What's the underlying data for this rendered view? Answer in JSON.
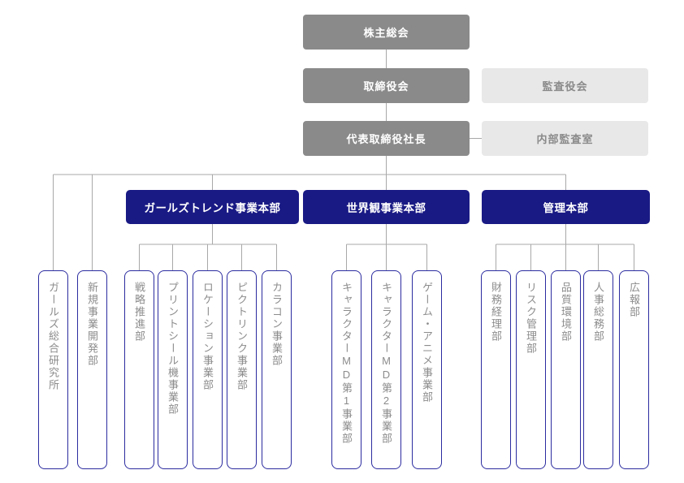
{
  "colors": {
    "division_navy": "#1a1a85",
    "governance_gray": "#8a8a8a",
    "auxiliary_light_gray": "#e8e8e8",
    "connector_line": "#a8a8a8",
    "department_border": "#2b2ba0",
    "department_text": "#8c8c8c",
    "background": "#ffffff"
  },
  "governance": {
    "shareholders_meeting": "株主総会",
    "board_of_directors": "取締役会",
    "audit_and_supervisory_board": "監査役会",
    "president": "代表取締役社長",
    "internal_audit_office": "内部監査室"
  },
  "direct_departments": [
    "ガールズ総合研究所",
    "新規事業開発部"
  ],
  "divisions": [
    {
      "label": "ガールズトレンド事業本部",
      "departments": [
        "戦略推進部",
        "プリントシール機事業部",
        "ロケーション事業部",
        "ピクトリンク事業部",
        "カラコン事業部"
      ]
    },
    {
      "label": "世界観事業本部",
      "departments": [
        "キャラクターMD第1事業部",
        "キャラクターMD第2事業部",
        "ゲーム・アニメ事業部"
      ]
    },
    {
      "label": "管理本部",
      "departments": [
        "財務経理部",
        "リスク管理部",
        "品質環境部",
        "人事総務部",
        "広報部"
      ]
    }
  ]
}
